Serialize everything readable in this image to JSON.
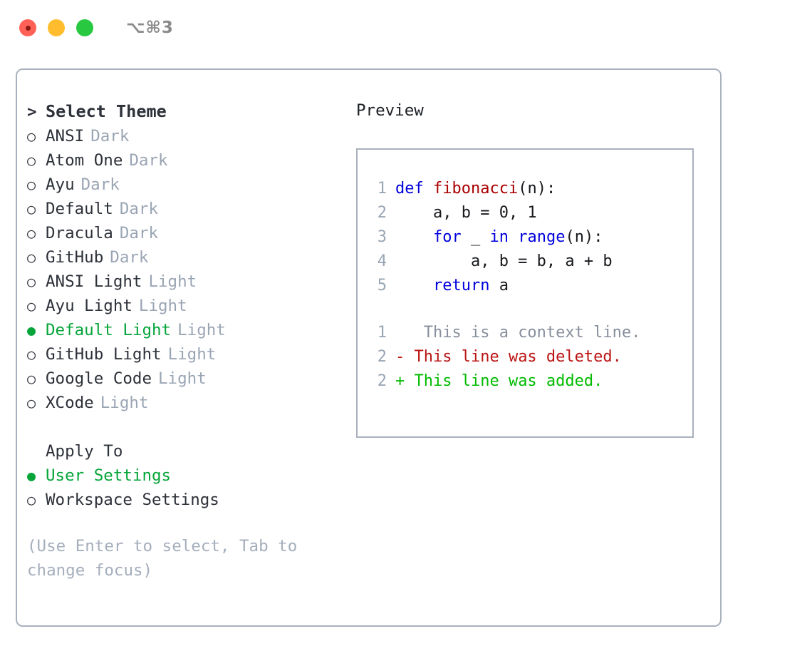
{
  "titlebar": {
    "shortcut": "⌥⌘3",
    "buttons": [
      {
        "name": "close",
        "color": "#ff6159"
      },
      {
        "name": "minimize",
        "color": "#ffbd2e"
      },
      {
        "name": "maximize",
        "color": "#28c840"
      }
    ]
  },
  "theme_picker": {
    "header": {
      "marker": ">",
      "label": "Select Theme"
    },
    "items": [
      {
        "marker": "○",
        "label": "ANSI",
        "category": "Dark",
        "selected": false
      },
      {
        "marker": "○",
        "label": "Atom One",
        "category": "Dark",
        "selected": false
      },
      {
        "marker": "○",
        "label": "Ayu",
        "category": "Dark",
        "selected": false
      },
      {
        "marker": "○",
        "label": "Default",
        "category": "Dark",
        "selected": false
      },
      {
        "marker": "○",
        "label": "Dracula",
        "category": "Dark",
        "selected": false
      },
      {
        "marker": "○",
        "label": "GitHub",
        "category": "Dark",
        "selected": false
      },
      {
        "marker": "○",
        "label": "ANSI Light",
        "category": "Light",
        "selected": false
      },
      {
        "marker": "○",
        "label": "Ayu Light",
        "category": "Light",
        "selected": false
      },
      {
        "marker": "●",
        "label": "Default Light",
        "category": "Light",
        "selected": true
      },
      {
        "marker": "○",
        "label": "GitHub Light",
        "category": "Light",
        "selected": false
      },
      {
        "marker": "○",
        "label": "Google Code",
        "category": "Light",
        "selected": false
      },
      {
        "marker": "○",
        "label": "XCode",
        "category": "Light",
        "selected": false
      }
    ]
  },
  "apply_to": {
    "header": "Apply To",
    "items": [
      {
        "marker": "●",
        "label": "User Settings",
        "selected": true
      },
      {
        "marker": "○",
        "label": "Workspace Settings",
        "selected": false
      }
    ]
  },
  "hint": "(Use Enter to select, Tab to change focus)",
  "preview": {
    "title": "Preview",
    "code_lines": [
      {
        "no": "1",
        "tokens": [
          {
            "t": "def ",
            "c": "kw"
          },
          {
            "t": "fibonacci",
            "c": "fn"
          },
          {
            "t": "(n):",
            "c": "plain"
          }
        ]
      },
      {
        "no": "2",
        "tokens": [
          {
            "t": "    a, b = 0, 1",
            "c": "plain"
          }
        ]
      },
      {
        "no": "3",
        "tokens": [
          {
            "t": "    ",
            "c": "plain"
          },
          {
            "t": "for",
            "c": "kw"
          },
          {
            "t": " _ ",
            "c": "plain"
          },
          {
            "t": "in",
            "c": "kw"
          },
          {
            "t": " ",
            "c": "plain"
          },
          {
            "t": "range",
            "c": "kw"
          },
          {
            "t": "(n):",
            "c": "plain"
          }
        ]
      },
      {
        "no": "4",
        "tokens": [
          {
            "t": "        a, b = b, a + b",
            "c": "plain"
          }
        ]
      },
      {
        "no": "5",
        "tokens": [
          {
            "t": "    ",
            "c": "plain"
          },
          {
            "t": "return",
            "c": "kw"
          },
          {
            "t": " a",
            "c": "plain"
          }
        ]
      }
    ],
    "diff_lines": [
      {
        "no": "1",
        "sign": " ",
        "text": "  This is a context line.",
        "kind": "context"
      },
      {
        "no": "2",
        "sign": "-",
        "text": " This line was deleted.",
        "kind": "deleted"
      },
      {
        "no": "2",
        "sign": "+",
        "text": " This line was added.",
        "kind": "added"
      }
    ]
  },
  "colors": {
    "accent_green": "#06a53a",
    "border": "#a8b1bd",
    "muted": "#9aa5b4",
    "keyword_blue": "#0000dd",
    "function_red": "#aa0000",
    "diff_deleted": "#bb1414",
    "diff_added": "#00bb00",
    "diff_context": "#878f9c"
  }
}
